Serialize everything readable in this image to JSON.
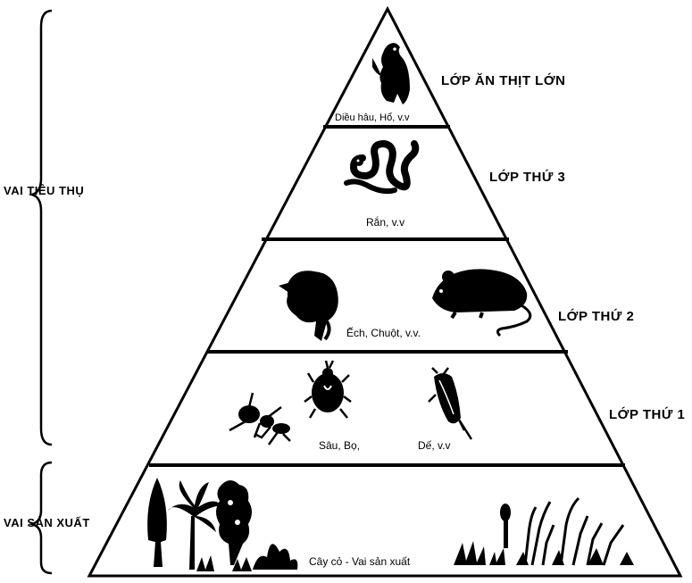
{
  "side_labels": {
    "consumers": "VAI TIÊU THỤ",
    "producers": "VAI SẢN XUẤT"
  },
  "levels": [
    {
      "label": "LỚP ĂN THỊT LỚN",
      "caption": "Diều hâu, Hổ, v.v"
    },
    {
      "label": "LỚP THỨ 3",
      "caption": "Rắn, v.v"
    },
    {
      "label": "LỚP THỨ 2",
      "caption": "Ếch, Chuột, v.v."
    },
    {
      "label": "LỚP THỨ 1",
      "caption_1": "Sâu, Bọ,",
      "caption_2": "Dế, v.v"
    },
    {
      "caption": "Cây cỏ - Vai sản xuất"
    }
  ],
  "colors": {
    "ink": "#000000",
    "background": "#ffffff"
  }
}
